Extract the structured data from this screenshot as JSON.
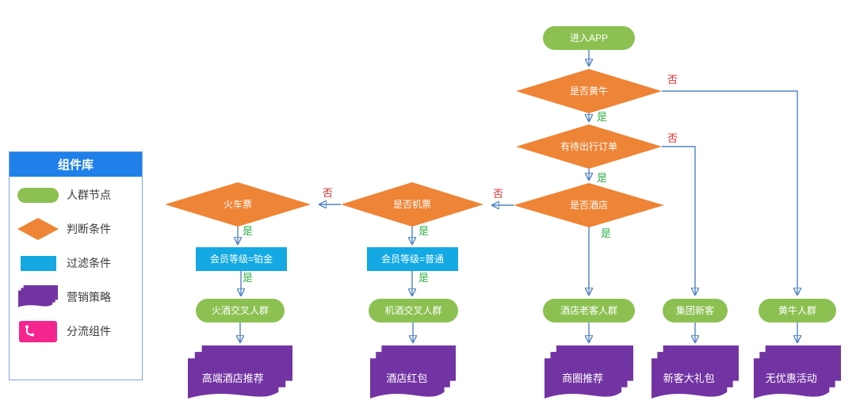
{
  "legend": {
    "title": "组件库",
    "items": [
      {
        "label": "人群节点",
        "shape": "pill"
      },
      {
        "label": "判断条件",
        "shape": "diamond"
      },
      {
        "label": "过滤条件",
        "shape": "rect"
      },
      {
        "label": "营销策略",
        "shape": "docs"
      },
      {
        "label": "分流组件",
        "shape": "split"
      }
    ]
  },
  "edge_labels": {
    "yes": "是",
    "no": "否"
  },
  "nodes": {
    "enter_app": {
      "label": "进入APP",
      "type": "crowd-node"
    },
    "is_scalper": {
      "label": "是否黄牛",
      "type": "decision"
    },
    "has_pending_order": {
      "label": "有待出行订单",
      "type": "decision"
    },
    "is_hotel": {
      "label": "是否酒店",
      "type": "decision"
    },
    "is_flight": {
      "label": "是否机票",
      "type": "decision"
    },
    "train_ticket": {
      "label": "火车票",
      "type": "decision"
    },
    "member_platinum": {
      "label": "会员等级=铂金",
      "type": "filter"
    },
    "member_normal": {
      "label": "会员等级=普通",
      "type": "filter"
    },
    "train_hotel_cross": {
      "label": "火酒交叉人群",
      "type": "crowd-node"
    },
    "flight_hotel_cross": {
      "label": "机酒交叉人群",
      "type": "crowd-node"
    },
    "hotel_old_customers": {
      "label": "酒店老客人群",
      "type": "crowd-node"
    },
    "group_new_customers": {
      "label": "集团新客",
      "type": "crowd-node"
    },
    "scalper_group": {
      "label": "黄牛人群",
      "type": "crowd-node"
    },
    "premium_hotel_rec": {
      "label": "高端酒店推荐",
      "type": "strategy"
    },
    "hotel_red_packet": {
      "label": "酒店红包",
      "type": "strategy"
    },
    "business_district_rec": {
      "label": "商圈推荐",
      "type": "strategy"
    },
    "new_customer_gift": {
      "label": "新客大礼包",
      "type": "strategy"
    },
    "no_discount": {
      "label": "无优惠活动",
      "type": "strategy"
    }
  },
  "colors": {
    "crowd_node_green": "#8CC152",
    "decision_orange": "#EE8435",
    "filter_blue": "#14A9E3",
    "strategy_purple": "#7334A3",
    "split_pink": "#F4258E",
    "legend_header_blue": "#1E80E8",
    "legend_border_blue": "#7EA6E0",
    "connector_blue": "#5083C6",
    "yes_green": "#33B04A",
    "no_red": "#E03131"
  }
}
